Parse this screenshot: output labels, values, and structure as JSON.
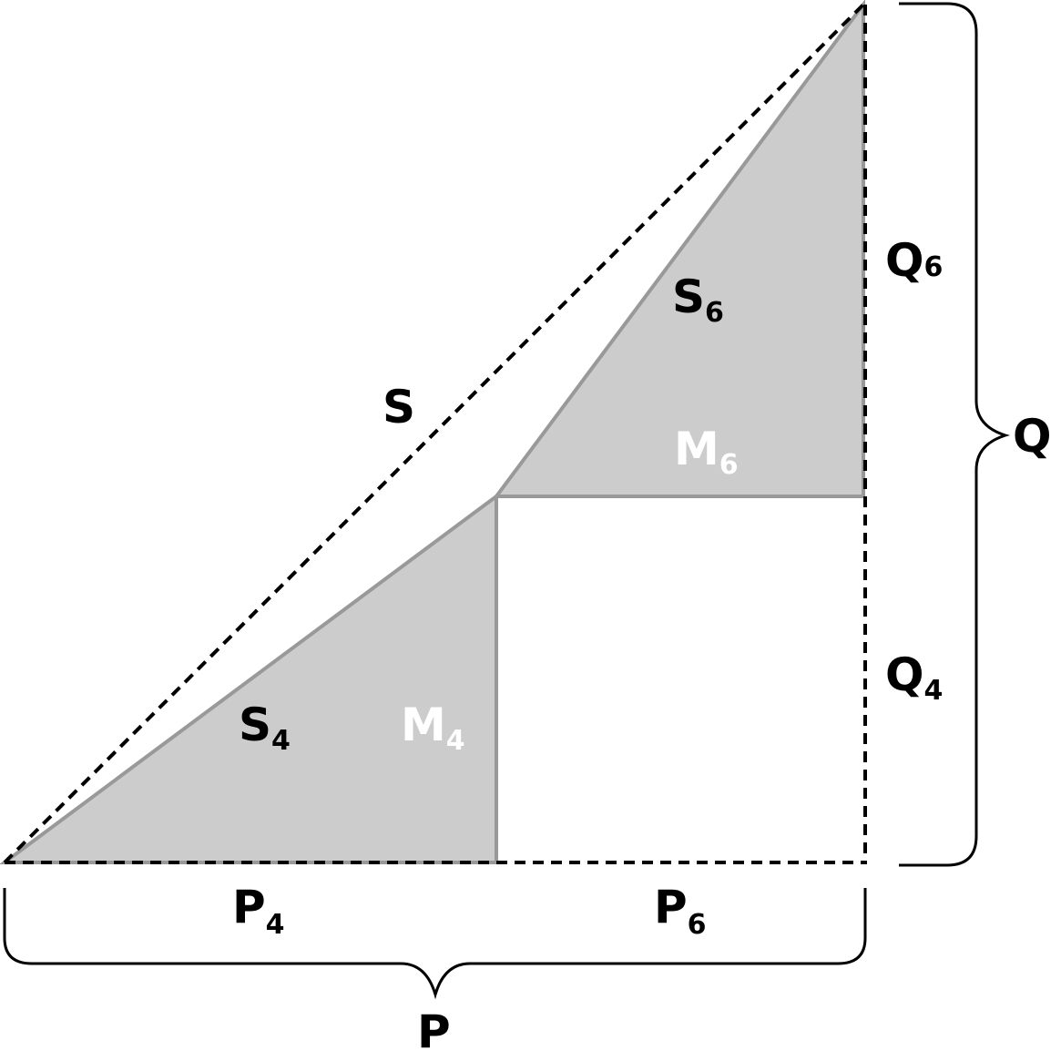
{
  "colors": {
    "shade": "#cccccc",
    "edge": "#999999",
    "line": "#000000",
    "inner_label": "#ffffff"
  },
  "labels": {
    "S": {
      "main": "S",
      "sub": ""
    },
    "S6": {
      "main": "S",
      "sub": "6"
    },
    "M6": {
      "main": "M",
      "sub": "6"
    },
    "S4": {
      "main": "S",
      "sub": "4"
    },
    "M4": {
      "main": "M",
      "sub": "4"
    },
    "Q6": {
      "main": "Q",
      "sub": "6"
    },
    "Q4": {
      "main": "Q",
      "sub": "4"
    },
    "Q": {
      "main": "Q",
      "sub": ""
    },
    "P4": {
      "main": "P",
      "sub": "4"
    },
    "P6": {
      "main": "P",
      "sub": "6"
    },
    "P": {
      "main": "P",
      "sub": ""
    }
  }
}
